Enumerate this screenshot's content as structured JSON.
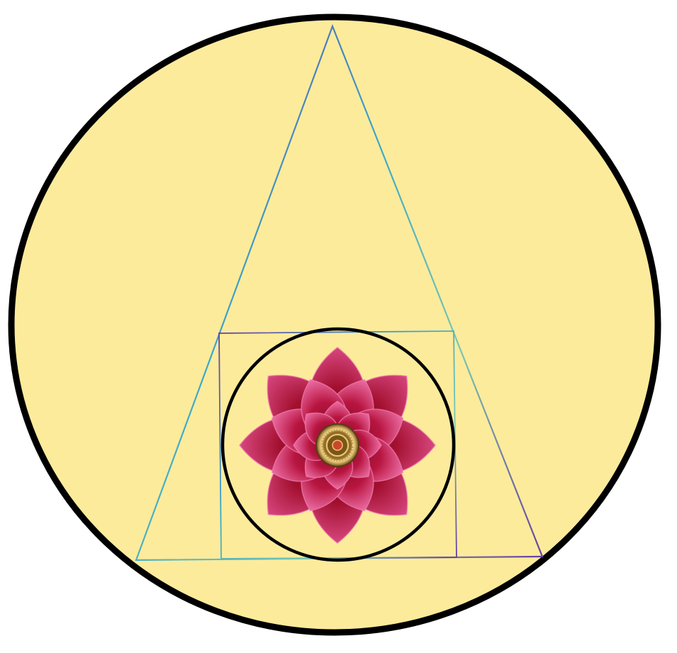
{
  "colors": {
    "background": "#ffffff",
    "outer_circle_fill": "#fdeb9c",
    "outer_circle_stroke": "#000000",
    "inner_circle_stroke": "#000000",
    "line_gradient": [
      "#6a3ea0",
      "#3aa7c9",
      "#7ac8b0",
      "#6a3ea0"
    ],
    "petal_dark": "#8c0f26",
    "petal_mid": "#b3123a",
    "petal_light": "#e0609a",
    "center_gold": "#c9a04a",
    "center_dark": "#6b4a1a"
  },
  "icons": {
    "outer_circle": "outer-circle-icon",
    "triangle": "triangle-icon",
    "square": "square-icon",
    "inner_circle": "inner-circle-icon",
    "lotus": "lotus-flower-icon"
  },
  "lotus": {
    "outer_petal_count": 8,
    "middle_petal_count": 8,
    "inner_petal_count": 8
  }
}
